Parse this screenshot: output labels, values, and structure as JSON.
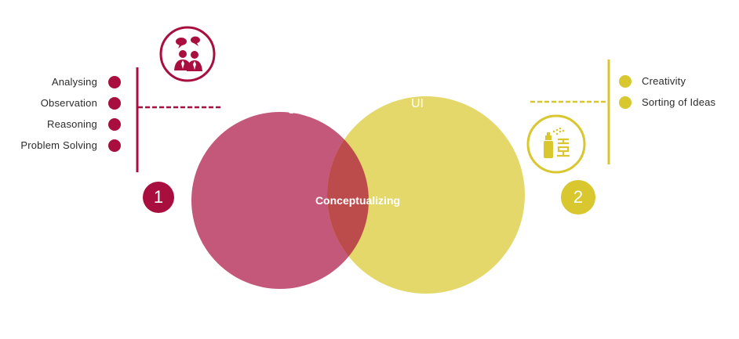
{
  "colors": {
    "ux": "#c3587a",
    "ui": "#e5d86a",
    "overlap": "#bc4b4b",
    "ux_accent": "#a80f3e",
    "ui_accent": "#d8c72e",
    "text": "#2b2b2b"
  },
  "ux": {
    "title": "UX",
    "number": "1",
    "icon": "people-discussion-icon",
    "items": [
      "Analysing",
      "Observation",
      "Reasoning",
      "Problem Solving"
    ]
  },
  "ui": {
    "title": "UI",
    "number": "2",
    "icon": "spray-paint-icon",
    "items": [
      "Creativity",
      "Sorting of Ideas"
    ]
  },
  "overlap": {
    "label": "Conceptualizing"
  }
}
